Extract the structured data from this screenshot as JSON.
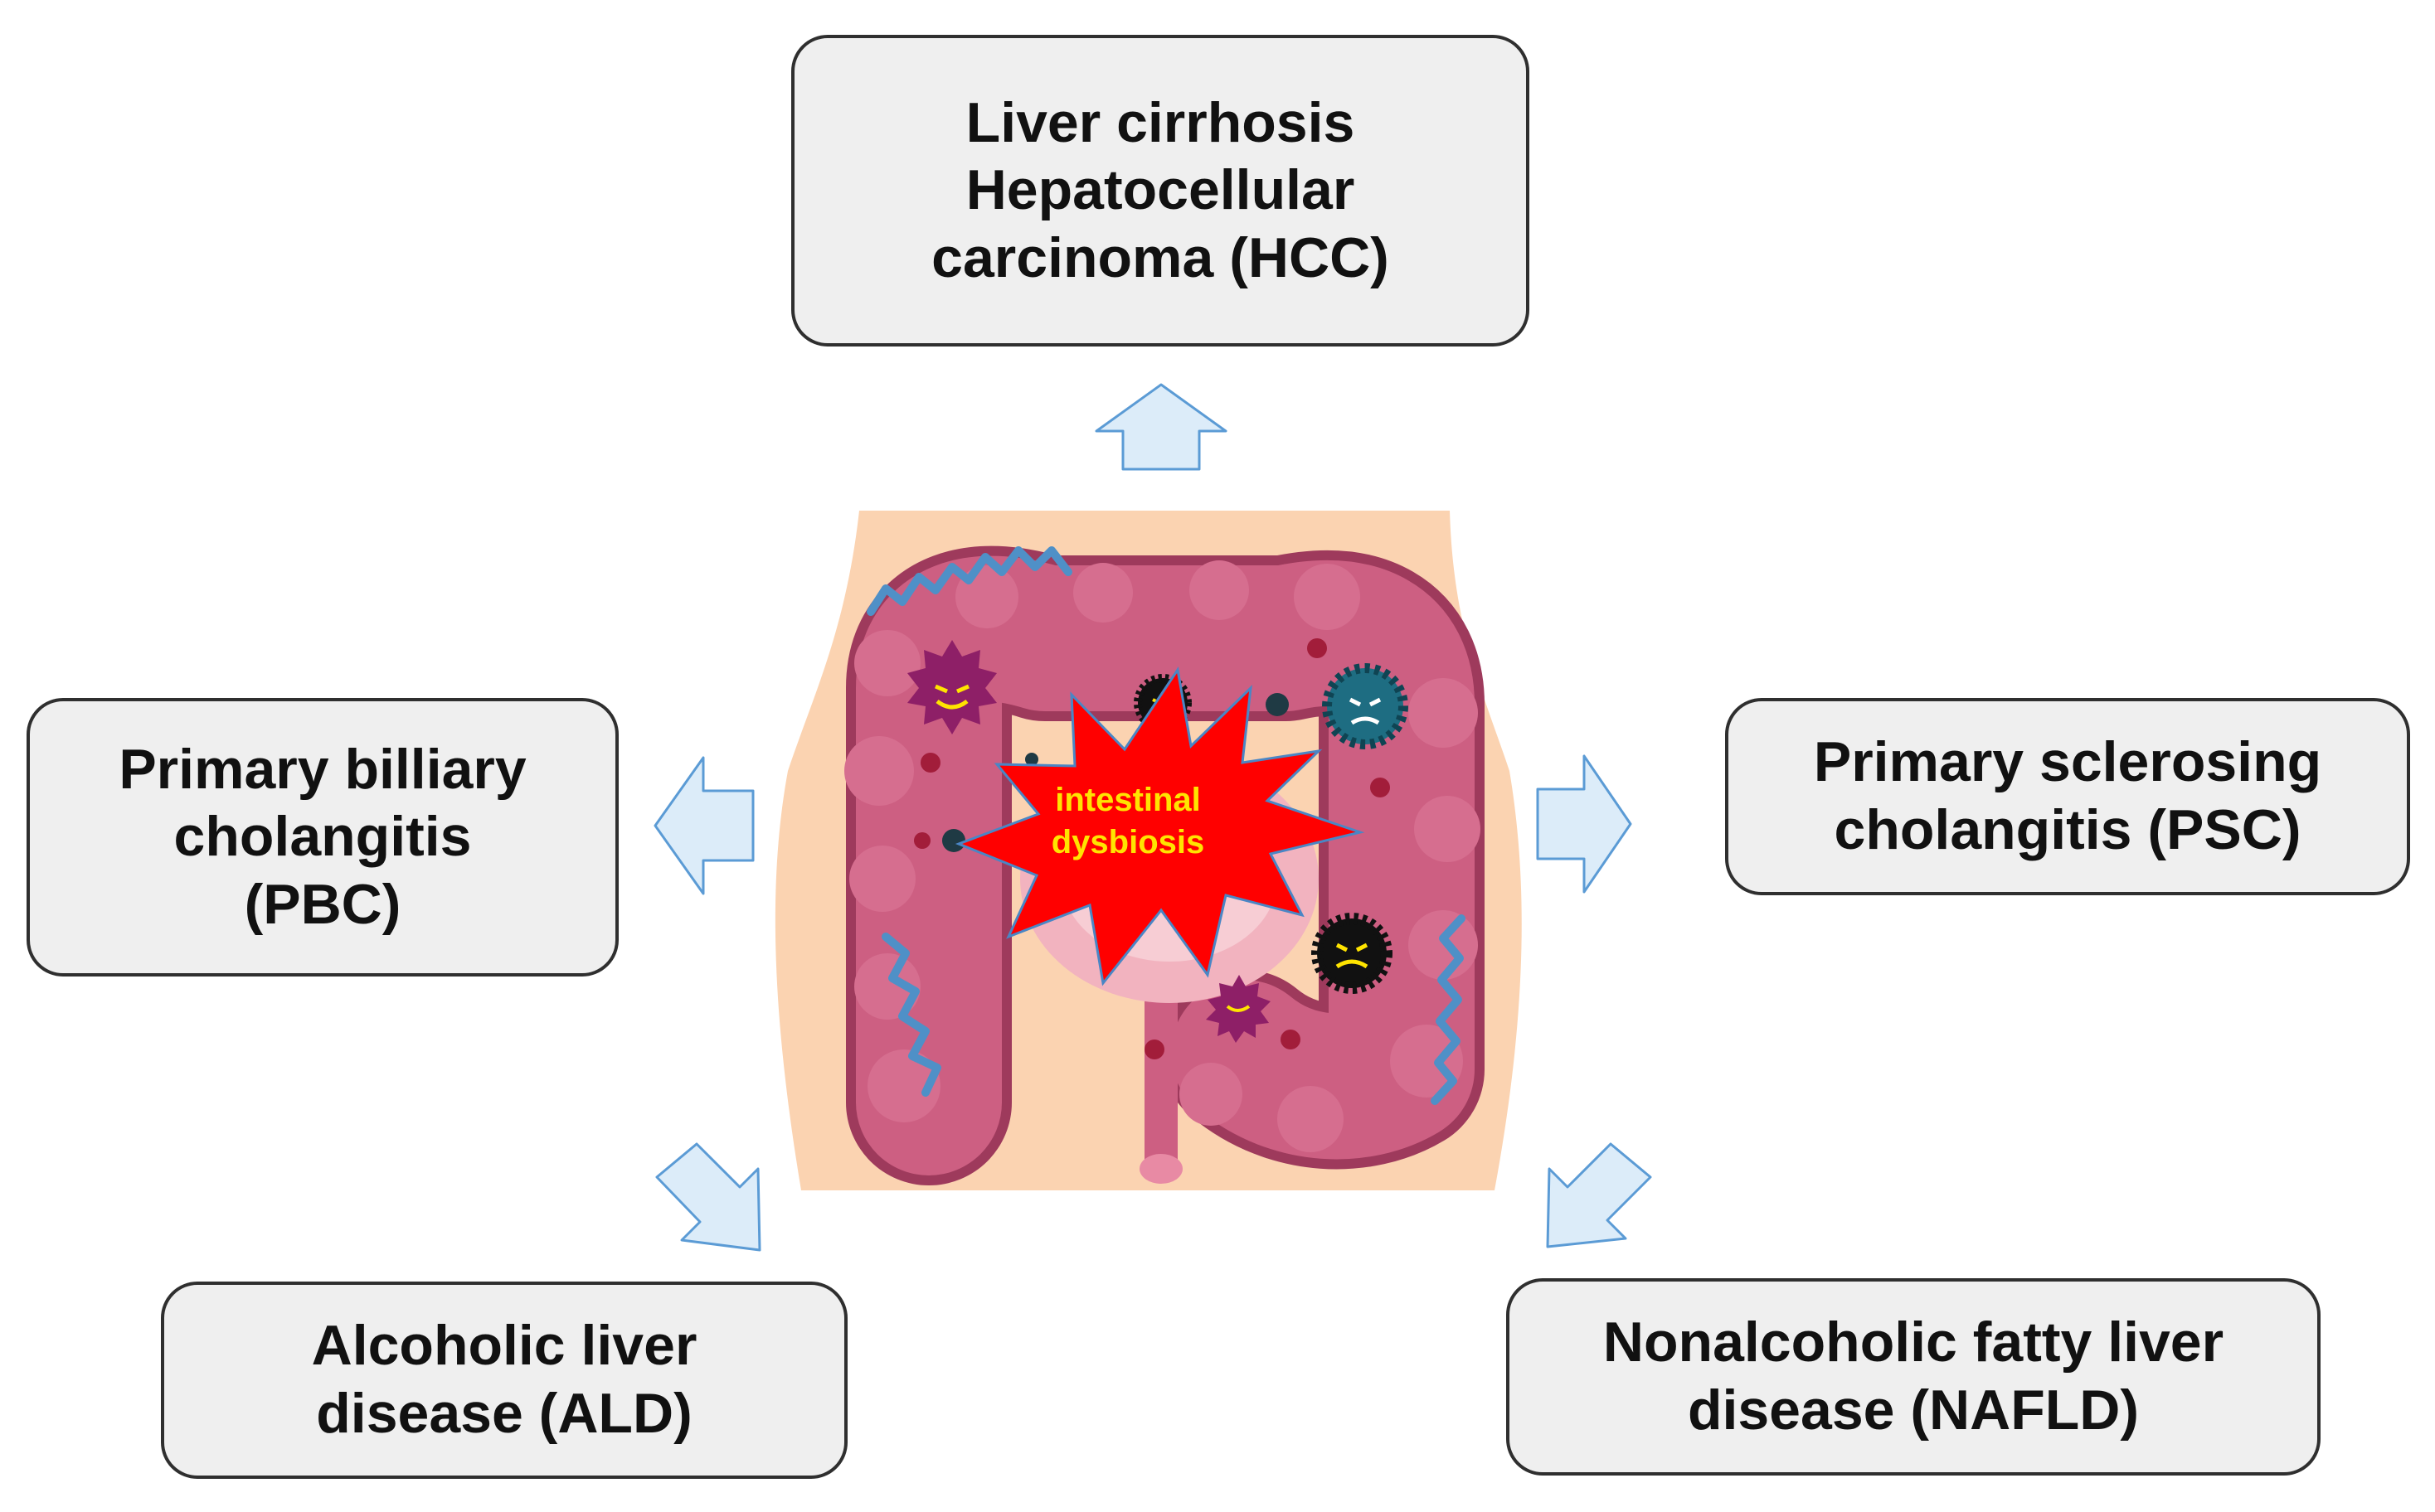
{
  "center": {
    "label_lines": [
      "intestinal",
      "dysbiosis"
    ]
  },
  "outcomes": {
    "top": {
      "lines": [
        "Liver cirrhosis",
        "Hepatocellular",
        "carcinoma (HCC)"
      ]
    },
    "left": {
      "lines": [
        "Primary billiary",
        "cholangitis",
        "(PBC)"
      ]
    },
    "right": {
      "lines": [
        "Primary sclerosing",
        "cholangitis (PSC)"
      ]
    },
    "bottom_left": {
      "lines": [
        "Alcoholic liver",
        "disease (ALD)"
      ]
    },
    "bottom_right": {
      "lines": [
        "Nonalcoholic fatty liver",
        "disease (NAFLD)"
      ]
    }
  },
  "colors": {
    "skin": "#fbd3b1",
    "colon": "#cd5f82",
    "colon_dark": "#9e3a5c",
    "burst": "#ff0000",
    "burst_text": "#ffe400",
    "arrow_fill": "#dcecf9",
    "arrow_stroke": "#5b9bd5",
    "box_fill": "#efefef"
  },
  "icons": [
    "bacteria-icon",
    "virus-icon",
    "wavy-bacteria-icon",
    "burst-icon",
    "up-arrow-icon",
    "left-arrow-icon",
    "right-arrow-icon",
    "diagonal-arrow-icon"
  ]
}
